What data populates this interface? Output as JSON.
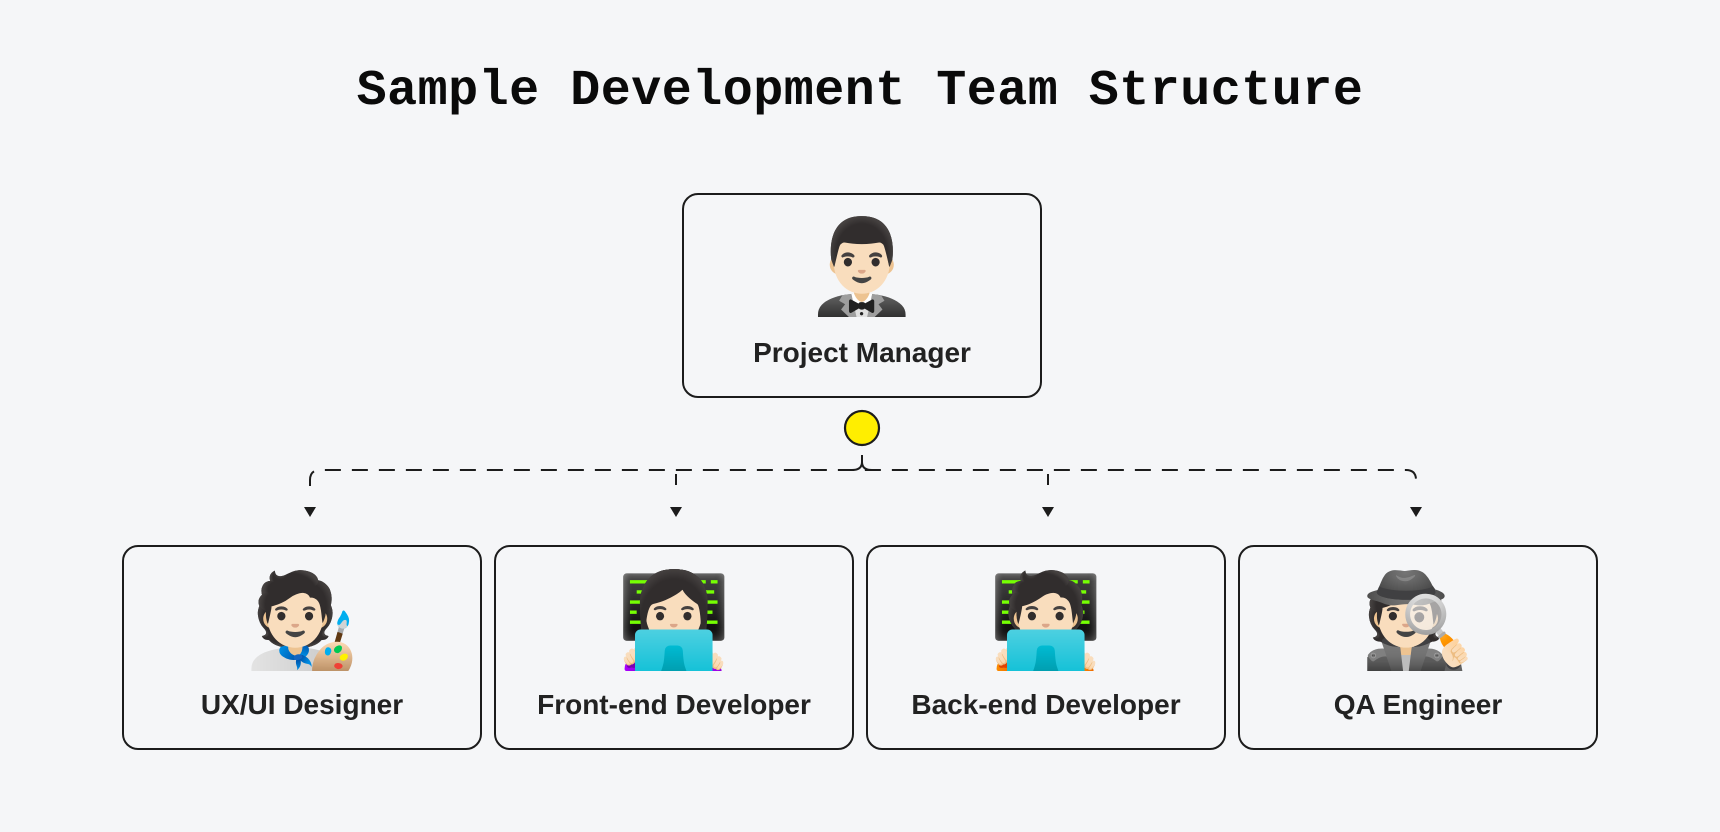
{
  "title": "Sample Development Team Structure",
  "colors": {
    "background": "#f5f6f8",
    "border": "#1c1c1c",
    "text": "#222222",
    "junction": "#ffee00"
  },
  "root": {
    "label": "Project Manager",
    "icon": "man-in-tuxedo-icon",
    "emoji": "🤵🏻‍♂️"
  },
  "junction": {
    "icon": "junction-circle-icon",
    "color": "#ffee00"
  },
  "children": [
    {
      "label": "UX/UI Designer",
      "icon": "artist-icon",
      "emoji": "🧑🏻‍🎨"
    },
    {
      "label": "Front-end Developer",
      "icon": "woman-technologist-icon",
      "emoji": "👩🏻‍💻"
    },
    {
      "label": "Back-end Developer",
      "icon": "technologist-icon",
      "emoji": "🧑🏻‍💻"
    },
    {
      "label": "QA Engineer",
      "icon": "detective-icon",
      "emoji": "🕵🏻"
    }
  ]
}
